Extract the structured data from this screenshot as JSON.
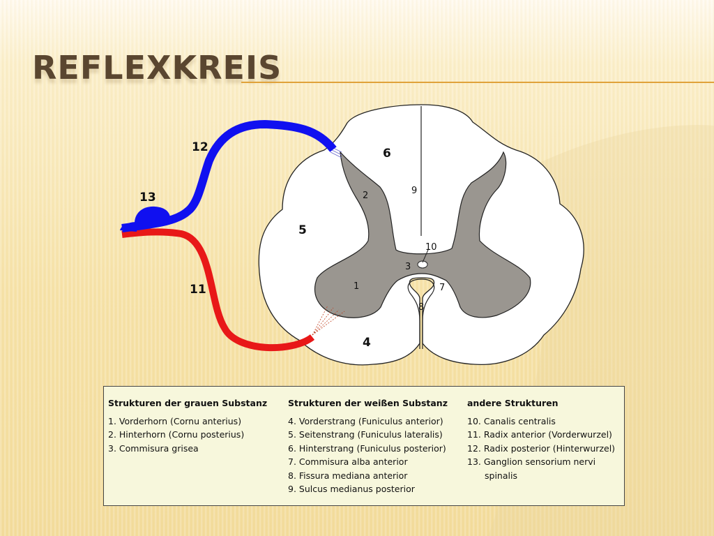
{
  "slide": {
    "title": "Reflexkreis"
  },
  "diagram": {
    "labels": {
      "l1": "1",
      "l2": "2",
      "l3": "3",
      "l4": "4",
      "l5": "5",
      "l6": "6",
      "l7": "7",
      "l8": "8",
      "l9": "9",
      "l10": "10",
      "l11": "11",
      "l12": "12",
      "l13": "13"
    },
    "colors": {
      "posterior_root": "#1010f0",
      "anterior_root": "#e81818",
      "grey_matter": "#9a9690",
      "white_matter": "#ffffff",
      "outline": "#222222"
    }
  },
  "legend": {
    "grey": {
      "heading": "Strukturen der grauen Substanz",
      "items": [
        "1. Vorderhorn (Cornu anterius)",
        "2. Hinterhorn (Cornu posterius)",
        "3. Commisura grisea"
      ]
    },
    "white": {
      "heading": "Strukturen der weißen Substanz",
      "items": [
        "4. Vorderstrang (Funiculus anterior)",
        "5. Seitenstrang (Funiculus lateralis)",
        "6. Hinterstrang (Funiculus posterior)",
        "7. Commisura alba anterior",
        "8. Fissura mediana anterior",
        "9. Sulcus medianus posterior"
      ]
    },
    "other": {
      "heading": "andere Strukturen",
      "items": [
        "10. Canalis centralis",
        "11. Radix anterior (Vorderwurzel)",
        "12. Radix posterior (Hinterwurzel)",
        "13. Ganglion sensorium nervi"
      ],
      "item13_cont": "spinalis"
    }
  }
}
